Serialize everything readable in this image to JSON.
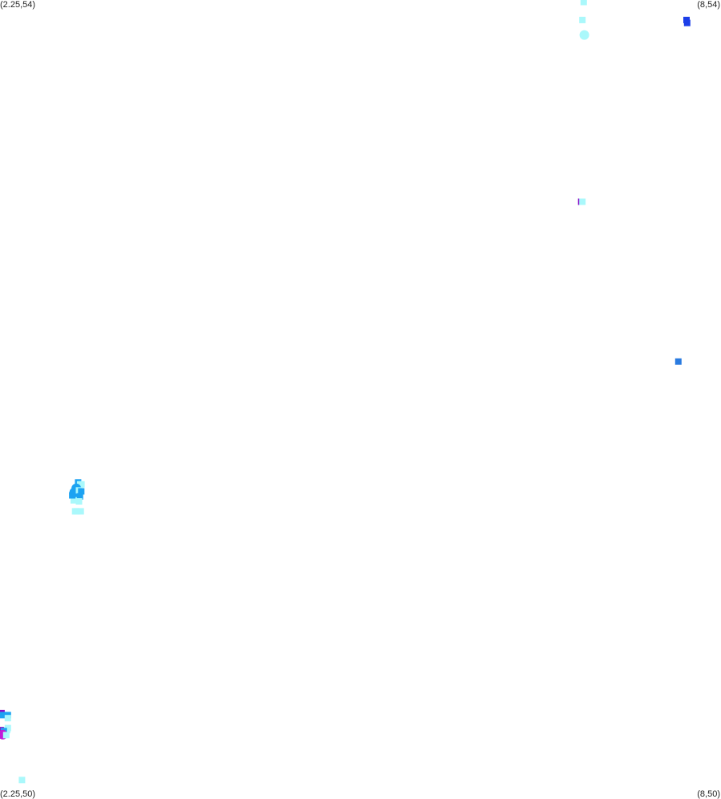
{
  "corner_labels": {
    "top_left": "(2.25,54)",
    "top_right": "(8,54)",
    "bottom_left": "(2.25,50)",
    "bottom_right": "(8,50)"
  },
  "colors": {
    "cyan_light": "#aaf8fb",
    "sky": "#1da3f2",
    "azure": "#2a7be0",
    "blue": "#1c3fe8",
    "purple": "#8a0fc8",
    "magenta": "#c21ad8"
  },
  "chart_data": {
    "type": "scatter",
    "xlim": [
      2.25,
      8
    ],
    "ylim": [
      50,
      54
    ],
    "grid": false,
    "legend": "none",
    "title": "",
    "xlabel": "",
    "ylabel": "",
    "points": [
      {
        "x": 6.905,
        "y": 53.99,
        "c": "cyan_light"
      },
      {
        "x": 6.895,
        "y": 53.9,
        "c": "cyan_light"
      },
      {
        "x": 6.91,
        "y": 53.825,
        "c": "cyan_light",
        "big": true
      },
      {
        "x": 7.725,
        "y": 53.9,
        "c": "blue"
      },
      {
        "x": 7.73,
        "y": 53.885,
        "c": "blue"
      },
      {
        "x": 6.885,
        "y": 52.99,
        "c": "purple"
      },
      {
        "x": 6.895,
        "y": 52.99,
        "c": "cyan_light"
      },
      {
        "x": 7.66,
        "y": 52.19,
        "c": "azure"
      },
      {
        "x": 2.873,
        "y": 51.585,
        "c": "sky"
      },
      {
        "x": 2.889,
        "y": 51.575,
        "c": "cyan_light"
      },
      {
        "x": 2.9,
        "y": 51.575,
        "c": "cyan_light"
      },
      {
        "x": 2.858,
        "y": 51.555,
        "c": "sky",
        "big": true
      },
      {
        "x": 2.842,
        "y": 51.535,
        "c": "sky",
        "big": true
      },
      {
        "x": 2.88,
        "y": 51.545,
        "c": "cyan_light"
      },
      {
        "x": 2.898,
        "y": 51.54,
        "c": "sky"
      },
      {
        "x": 2.888,
        "y": 51.515,
        "c": "sky"
      },
      {
        "x": 2.855,
        "y": 51.51,
        "c": "sky"
      },
      {
        "x": 2.866,
        "y": 51.5,
        "c": "sky"
      },
      {
        "x": 2.838,
        "y": 51.495,
        "c": "cyan_light"
      },
      {
        "x": 2.88,
        "y": 51.49,
        "c": "cyan_light"
      },
      {
        "x": 2.826,
        "y": 51.52,
        "c": "sky"
      },
      {
        "x": 2.849,
        "y": 51.44,
        "c": "cyan_light"
      },
      {
        "x": 2.862,
        "y": 51.44,
        "c": "cyan_light"
      },
      {
        "x": 2.894,
        "y": 51.44,
        "c": "cyan_light"
      },
      {
        "x": 2.262,
        "y": 50.43,
        "c": "purple"
      },
      {
        "x": 2.268,
        "y": 50.42,
        "c": "sky"
      },
      {
        "x": 2.313,
        "y": 50.42,
        "c": "sky"
      },
      {
        "x": 2.313,
        "y": 50.405,
        "c": "cyan_light"
      },
      {
        "x": 2.313,
        "y": 50.355,
        "c": "cyan_light"
      },
      {
        "x": 2.306,
        "y": 50.345,
        "c": "cyan_light"
      },
      {
        "x": 2.256,
        "y": 50.345,
        "c": "purple"
      },
      {
        "x": 2.281,
        "y": 50.34,
        "c": "sky"
      },
      {
        "x": 2.272,
        "y": 50.322,
        "c": "magenta",
        "big": true
      },
      {
        "x": 2.3,
        "y": 50.32,
        "c": "cyan_light"
      },
      {
        "x": 2.425,
        "y": 50.095,
        "c": "cyan_light"
      }
    ]
  }
}
